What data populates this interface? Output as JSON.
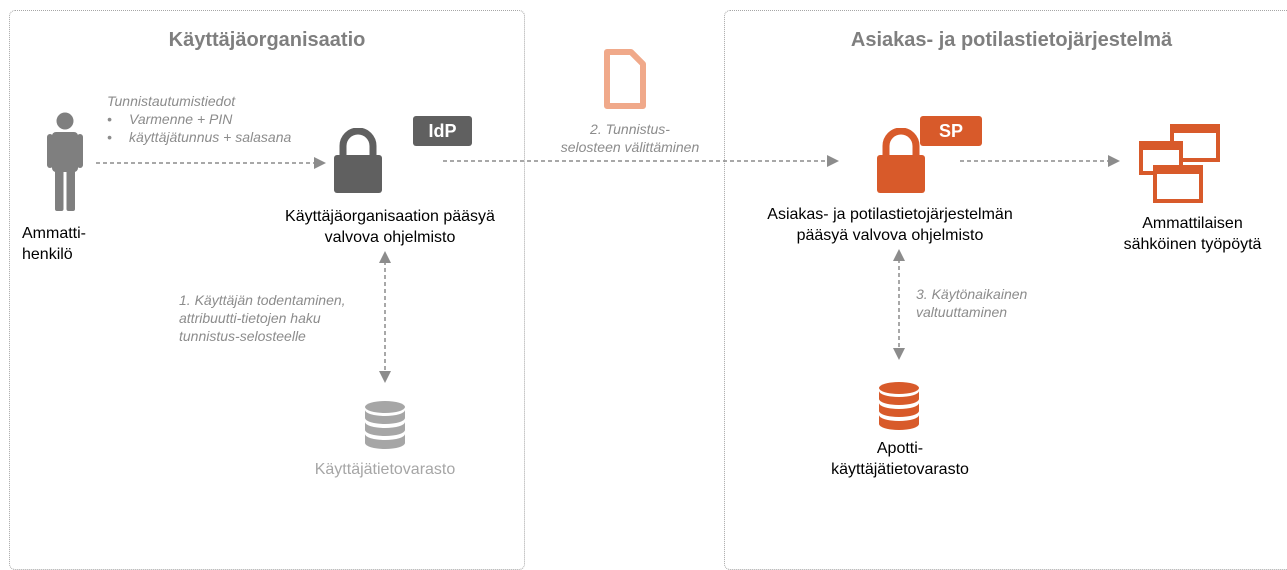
{
  "panels": {
    "left_title": "Käyttäjäorganisaatio",
    "right_title": "Asiakas- ja potilastietojärjestelmä"
  },
  "person": {
    "line1": "Ammatti-",
    "line2": "henkilö"
  },
  "auth_info": {
    "heading": "Tunnistautumistiedot",
    "items": [
      "Varmenne + PIN",
      "käyttäjätunnus + salasana"
    ]
  },
  "idp": {
    "badge": "IdP",
    "line1": "Käyttäjäorganisaation pääsyä",
    "line2": "valvova  ohjelmisto"
  },
  "step1": {
    "line1": "1. Käyttäjän todentaminen,",
    "line2": "attribuutti-tietojen haku",
    "line3": "tunnistus-selosteelle"
  },
  "user_store": {
    "label": "Käyttäjätietovarasto"
  },
  "step2": {
    "line1": "2. Tunnistus-",
    "line2": "selosteen välittäminen"
  },
  "sp": {
    "badge": "SP",
    "line1": "Asiakas- ja potilastietojärjestelmän",
    "line2": "pääsyä valvova  ohjelmisto"
  },
  "step3": {
    "line1": "3. Käytönaikainen",
    "line2": "valtuuttaminen"
  },
  "apotti_store": {
    "line1": "Apotti-",
    "line2": "käyttäjätietovarasto"
  },
  "desktop": {
    "line1": "Ammattilaisen",
    "line2": "sähköinen työpöytä"
  },
  "colors": {
    "gray_dark": "#606060",
    "gray_light": "#a6a6a6",
    "orange": "#d85a2a",
    "orange_light": "#f0a98a",
    "text_muted": "#8c8c8c"
  }
}
